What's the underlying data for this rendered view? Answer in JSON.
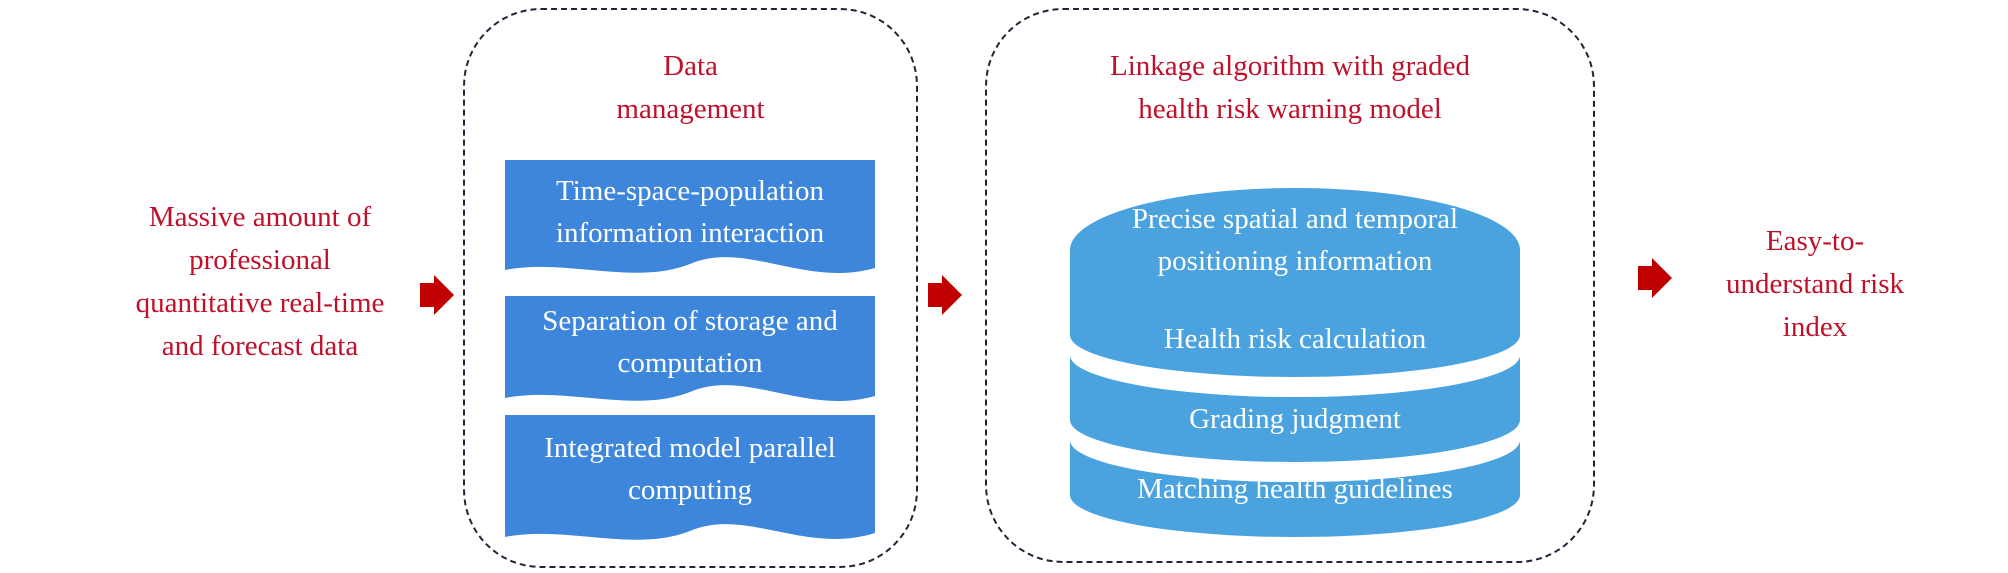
{
  "input_label": [
    "Massive amount of",
    "professional",
    "quantitative real-time",
    "and forecast data"
  ],
  "data_management": {
    "title": [
      "Data",
      "management"
    ],
    "blocks": [
      [
        "Time-space-population",
        "information interaction"
      ],
      [
        "Separation of storage and",
        "computation"
      ],
      [
        "Integrated model parallel",
        "computing"
      ]
    ]
  },
  "linkage": {
    "title": [
      "Linkage algorithm with graded",
      "health risk warning model"
    ],
    "layers": [
      [
        "Precise spatial and temporal",
        "positioning information"
      ],
      [
        "Health risk calculation"
      ],
      [
        "Grading judgment"
      ],
      [
        "Matching health guidelines"
      ]
    ]
  },
  "output_label": [
    "Easy-to-",
    "understand risk",
    "index"
  ],
  "colors": {
    "label_red": "#c0102a",
    "arrow_red": "#c00000",
    "block_blue": "#3d86db",
    "cylinder_blue": "#4aa3df",
    "dash_border": "#1f2537"
  }
}
